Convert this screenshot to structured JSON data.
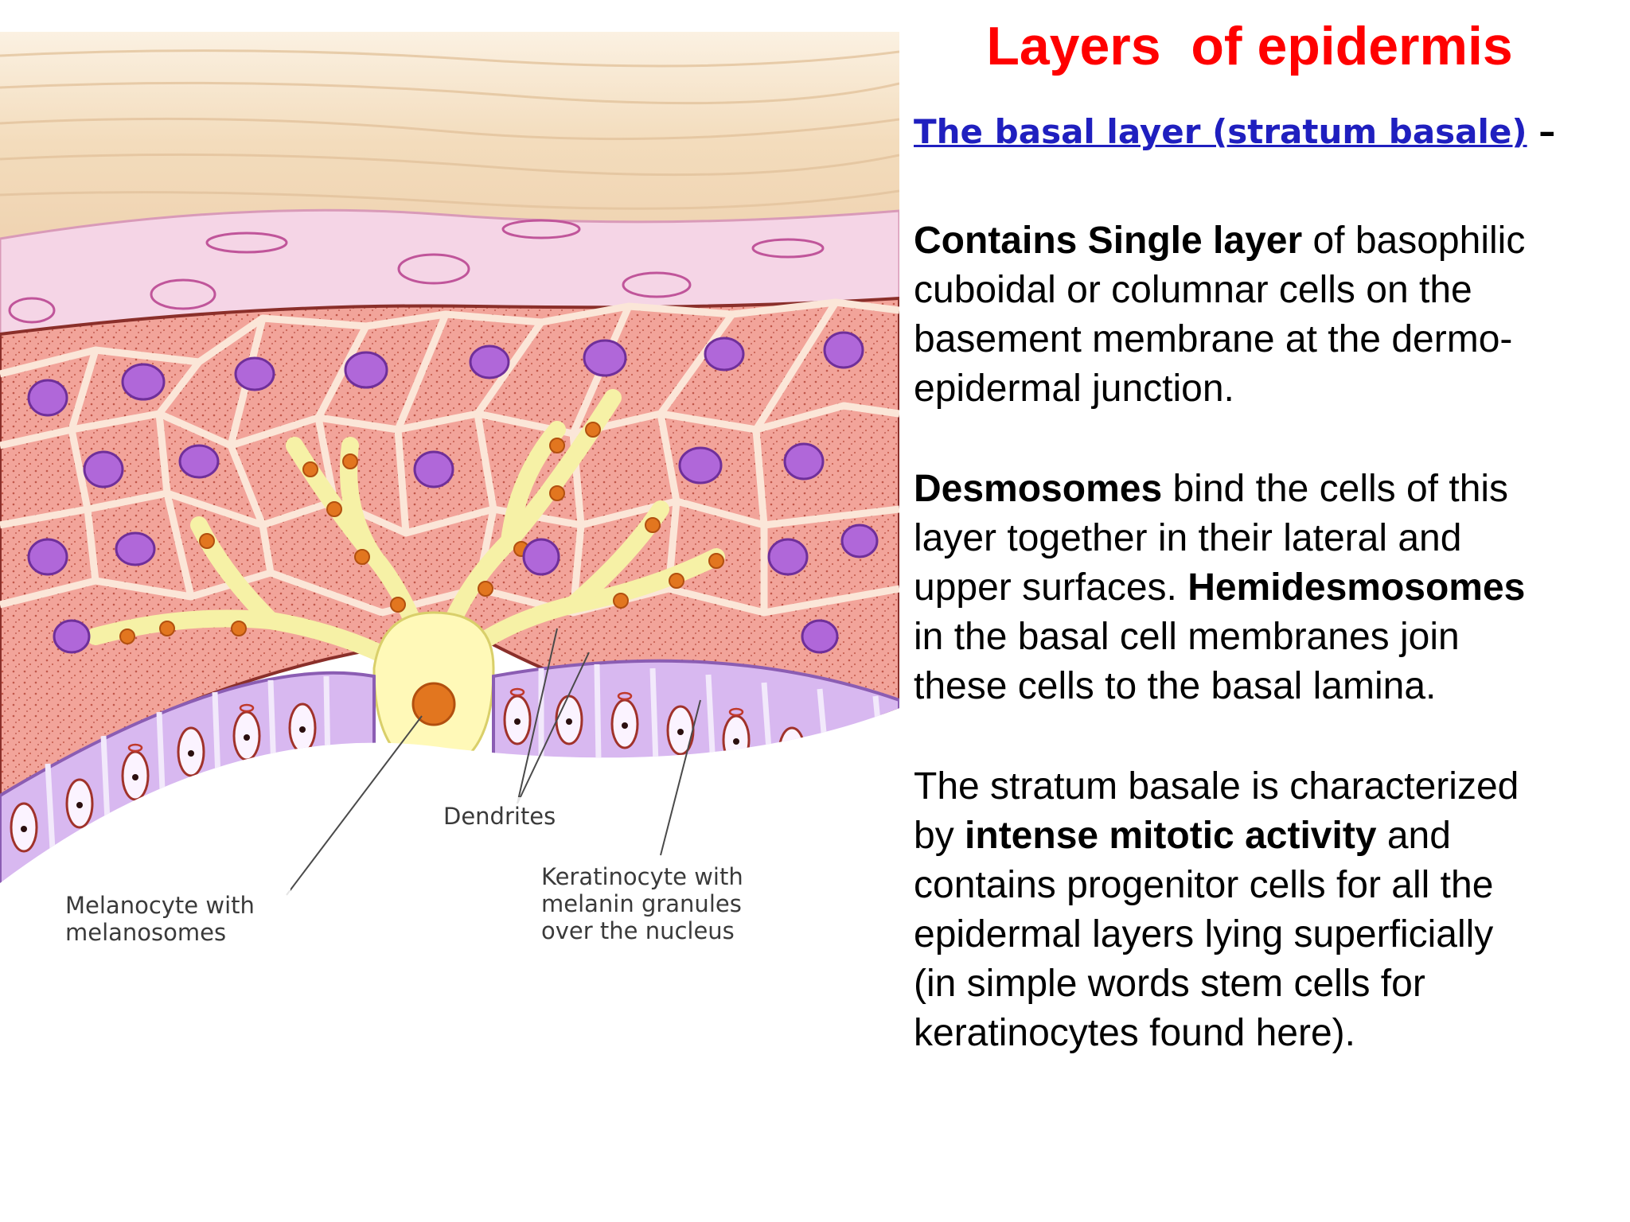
{
  "slide": {
    "title": "Layers  of epidermis",
    "subheading": {
      "link_text": "The basal layer (stratum basale)",
      "suffix": " –"
    }
  },
  "paragraphs": [
    {
      "runs": [
        {
          "text": "Contains Single  layer",
          "bold": true
        },
        {
          "text": " of basophilic\ncuboidal or columnar cells on the\nbasement membrane at the dermo-\nepidermal junction.",
          "bold": false
        }
      ]
    },
    {
      "runs": [
        {
          "text": "Desmosomes",
          "bold": true
        },
        {
          "text": "  bind the cells of this\nlayer together in their lateral and\nupper surfaces.  ",
          "bold": false
        },
        {
          "text": "Hemidesmosomes",
          "bold": true
        },
        {
          "text": "\nin the basal cell membranes join\nthese cells to the basal lamina.",
          "bold": false
        }
      ]
    },
    {
      "runs": [
        {
          "text": "The stratum basale is characterized\nby ",
          "bold": false
        },
        {
          "text": "intense mitotic activity",
          "bold": true
        },
        {
          "text": " and\ncontains progenitor cells for all the\nepidermal layers  lying superficially\n(in simple words stem cells for\nkeratinocytes found here).",
          "bold": false
        }
      ]
    }
  ],
  "figure": {
    "labels": {
      "dendrites": "Dendrites",
      "melanocyte_line1": "Melanocyte with",
      "melanocyte_line2": "melanosomes",
      "keratinocyte_line1": "Keratinocyte with",
      "keratinocyte_line2": "melanin granules",
      "keratinocyte_line3": "over the nucleus"
    },
    "colors": {
      "stratum_corneum": "#f3dcbc",
      "granular_band": "#f5d5e6",
      "spinous_cell": "#f2a49a",
      "cell_outline": "#8a2f2a",
      "nucleus": "#b067d9",
      "melanocyte_body": "#fff9b8",
      "melanosome": "#e2761f",
      "basal_cell": "#d8b8f0",
      "title_red": "#ff0000",
      "link_blue": "#1f1fbf"
    },
    "icon": "skin-epidermis-cross-section"
  }
}
